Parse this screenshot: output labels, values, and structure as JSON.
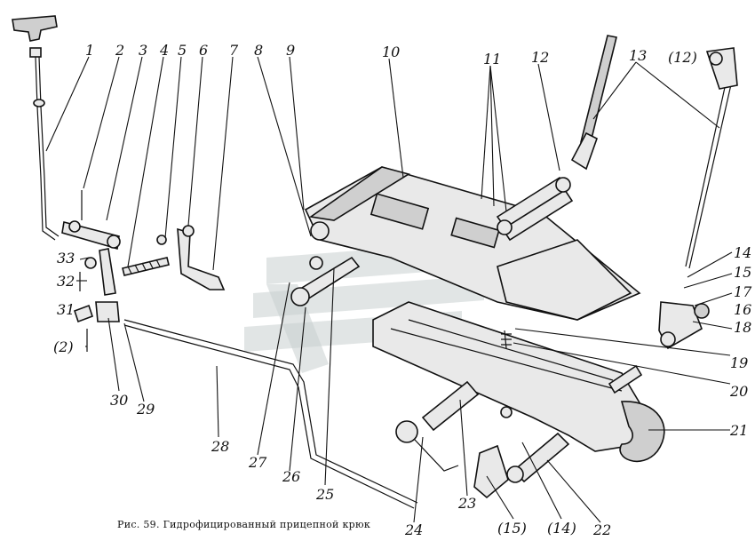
{
  "caption": "Рис. 59. Гидрофицированный прицепной крюк",
  "callouts": {
    "top": [
      "1",
      "2",
      "3",
      "4",
      "5",
      "6",
      "7",
      "8",
      "9",
      "10",
      "11",
      "12",
      "13",
      "(12)"
    ],
    "left": [
      "33",
      "32",
      "31",
      "(2)",
      "30",
      "29",
      "28",
      "27",
      "26",
      "25"
    ],
    "right": [
      "14",
      "15",
      "17",
      "16",
      "18",
      "19",
      "20",
      "21"
    ],
    "bottom": [
      "24",
      "23",
      "(15)",
      "(14)",
      "22"
    ]
  },
  "watermark": "logo-watermark"
}
